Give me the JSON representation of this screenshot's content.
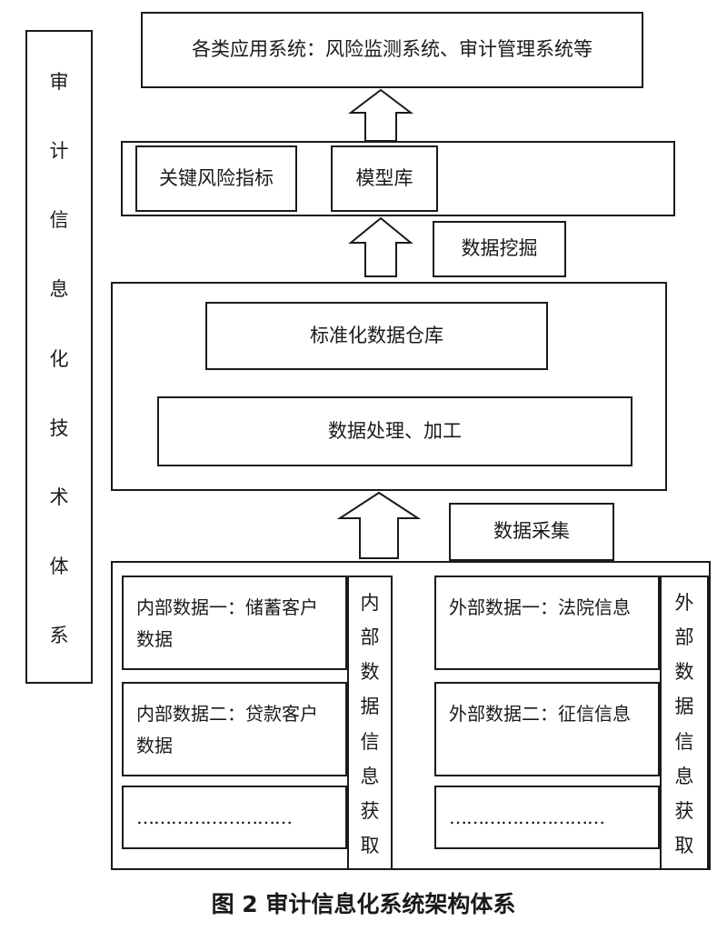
{
  "left_pillar": [
    "审",
    "计",
    "信",
    "息",
    "化",
    "技",
    "术",
    "体",
    "系"
  ],
  "top_layer": {
    "label": "各类应用系统：风险监测系统、审计管理系统等"
  },
  "model_layer": {
    "kri": "关键风险指标",
    "model_lib": "模型库"
  },
  "data_mining": "数据挖掘",
  "warehouse_layer": {
    "warehouse": "标准化数据仓库",
    "processing": "数据处理、加工"
  },
  "data_collection": "数据采集",
  "sources": {
    "internal": [
      "内部数据一：储蓄客户数据",
      "内部数据二：贷款客户数据",
      "………………………"
    ],
    "internal_label": [
      "内",
      "部",
      "数",
      "据",
      "信",
      "息",
      "获",
      "取"
    ],
    "external": [
      "外部数据一：法院信息",
      "外部数据二：征信信息",
      "………………………"
    ],
    "external_label": [
      "外",
      "部",
      "数",
      "据",
      "信",
      "息",
      "获",
      "取"
    ]
  },
  "caption": "图 2  审计信息化系统架构体系"
}
